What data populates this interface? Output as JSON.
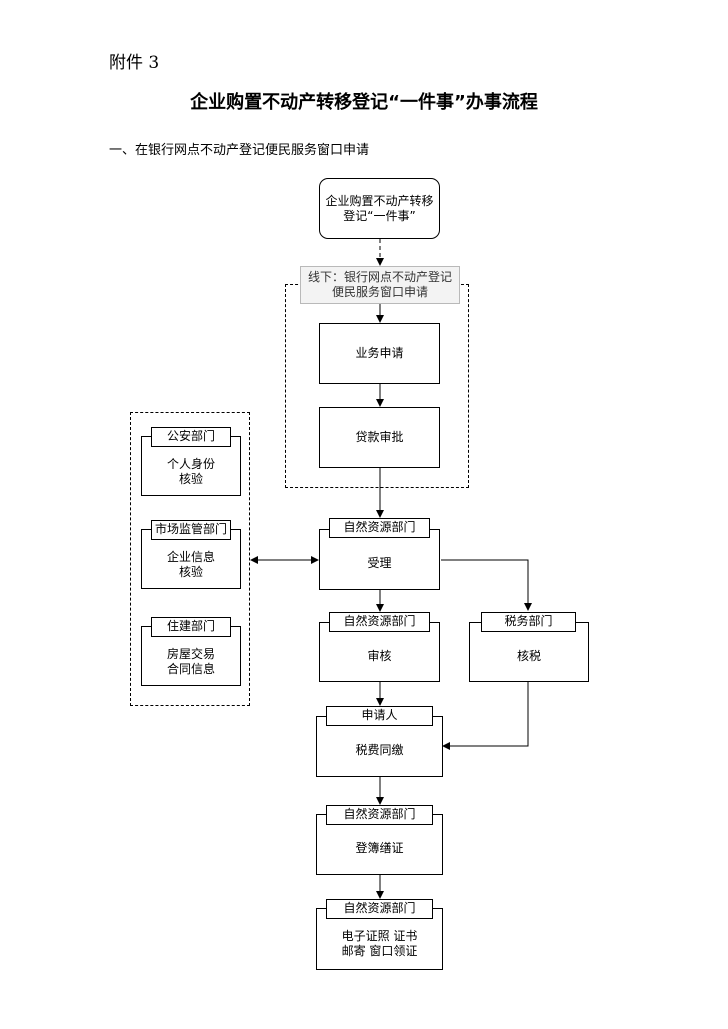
{
  "header": {
    "attachment_label": "附件 3",
    "title": "企业购置不动产转移登记“一件事”办事流程",
    "section_heading": "一、在银行网点不动产登记便民服务窗口申请"
  },
  "flow": {
    "start": "企业购置不动产转移登记“一件事”",
    "offline_channel": "线下：银行网点不动产登记便民服务窗口申请",
    "business_apply": "业务申请",
    "loan_approval": "贷款审批",
    "accept": {
      "dept": "自然资源部门",
      "step": "受理"
    },
    "review": {
      "dept": "自然资源部门",
      "step": "审核"
    },
    "tax_check": {
      "dept": "税务部门",
      "step": "核税"
    },
    "payment": {
      "dept": "申请人",
      "step": "税费同缴"
    },
    "registration": {
      "dept": "自然资源部门",
      "step": "登簿缮证"
    },
    "certificate": {
      "dept": "自然资源部门",
      "step": "电子证照 证书邮寄 窗口领证"
    }
  },
  "verification": {
    "identity": {
      "dept": "公安部门",
      "step": "个人身份核验"
    },
    "enterprise": {
      "dept": "市场监管部门",
      "step": "企业信息核验"
    },
    "housing": {
      "dept": "住建部门",
      "step": "房屋交易合同信息"
    }
  }
}
